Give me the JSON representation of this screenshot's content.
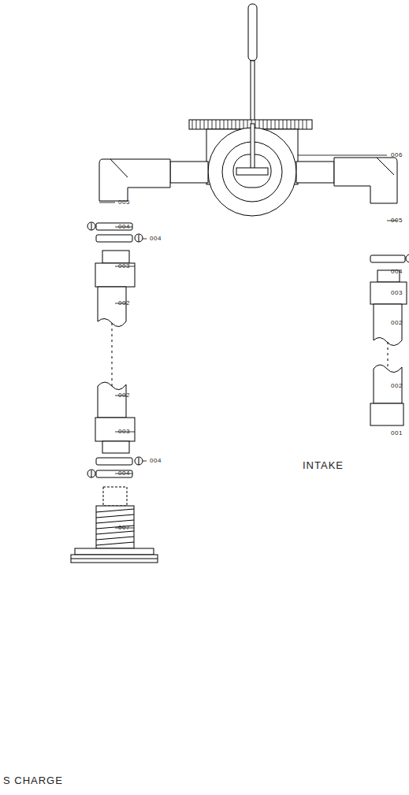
{
  "diagram": {
    "labels": [
      "006",
      "005",
      "005",
      "004",
      "004",
      "004",
      "003",
      "003",
      "002",
      "002",
      "002",
      "002",
      "001",
      "003",
      "004",
      "004",
      "INTAKE",
      "007",
      "S CHARGE"
    ]
  }
}
